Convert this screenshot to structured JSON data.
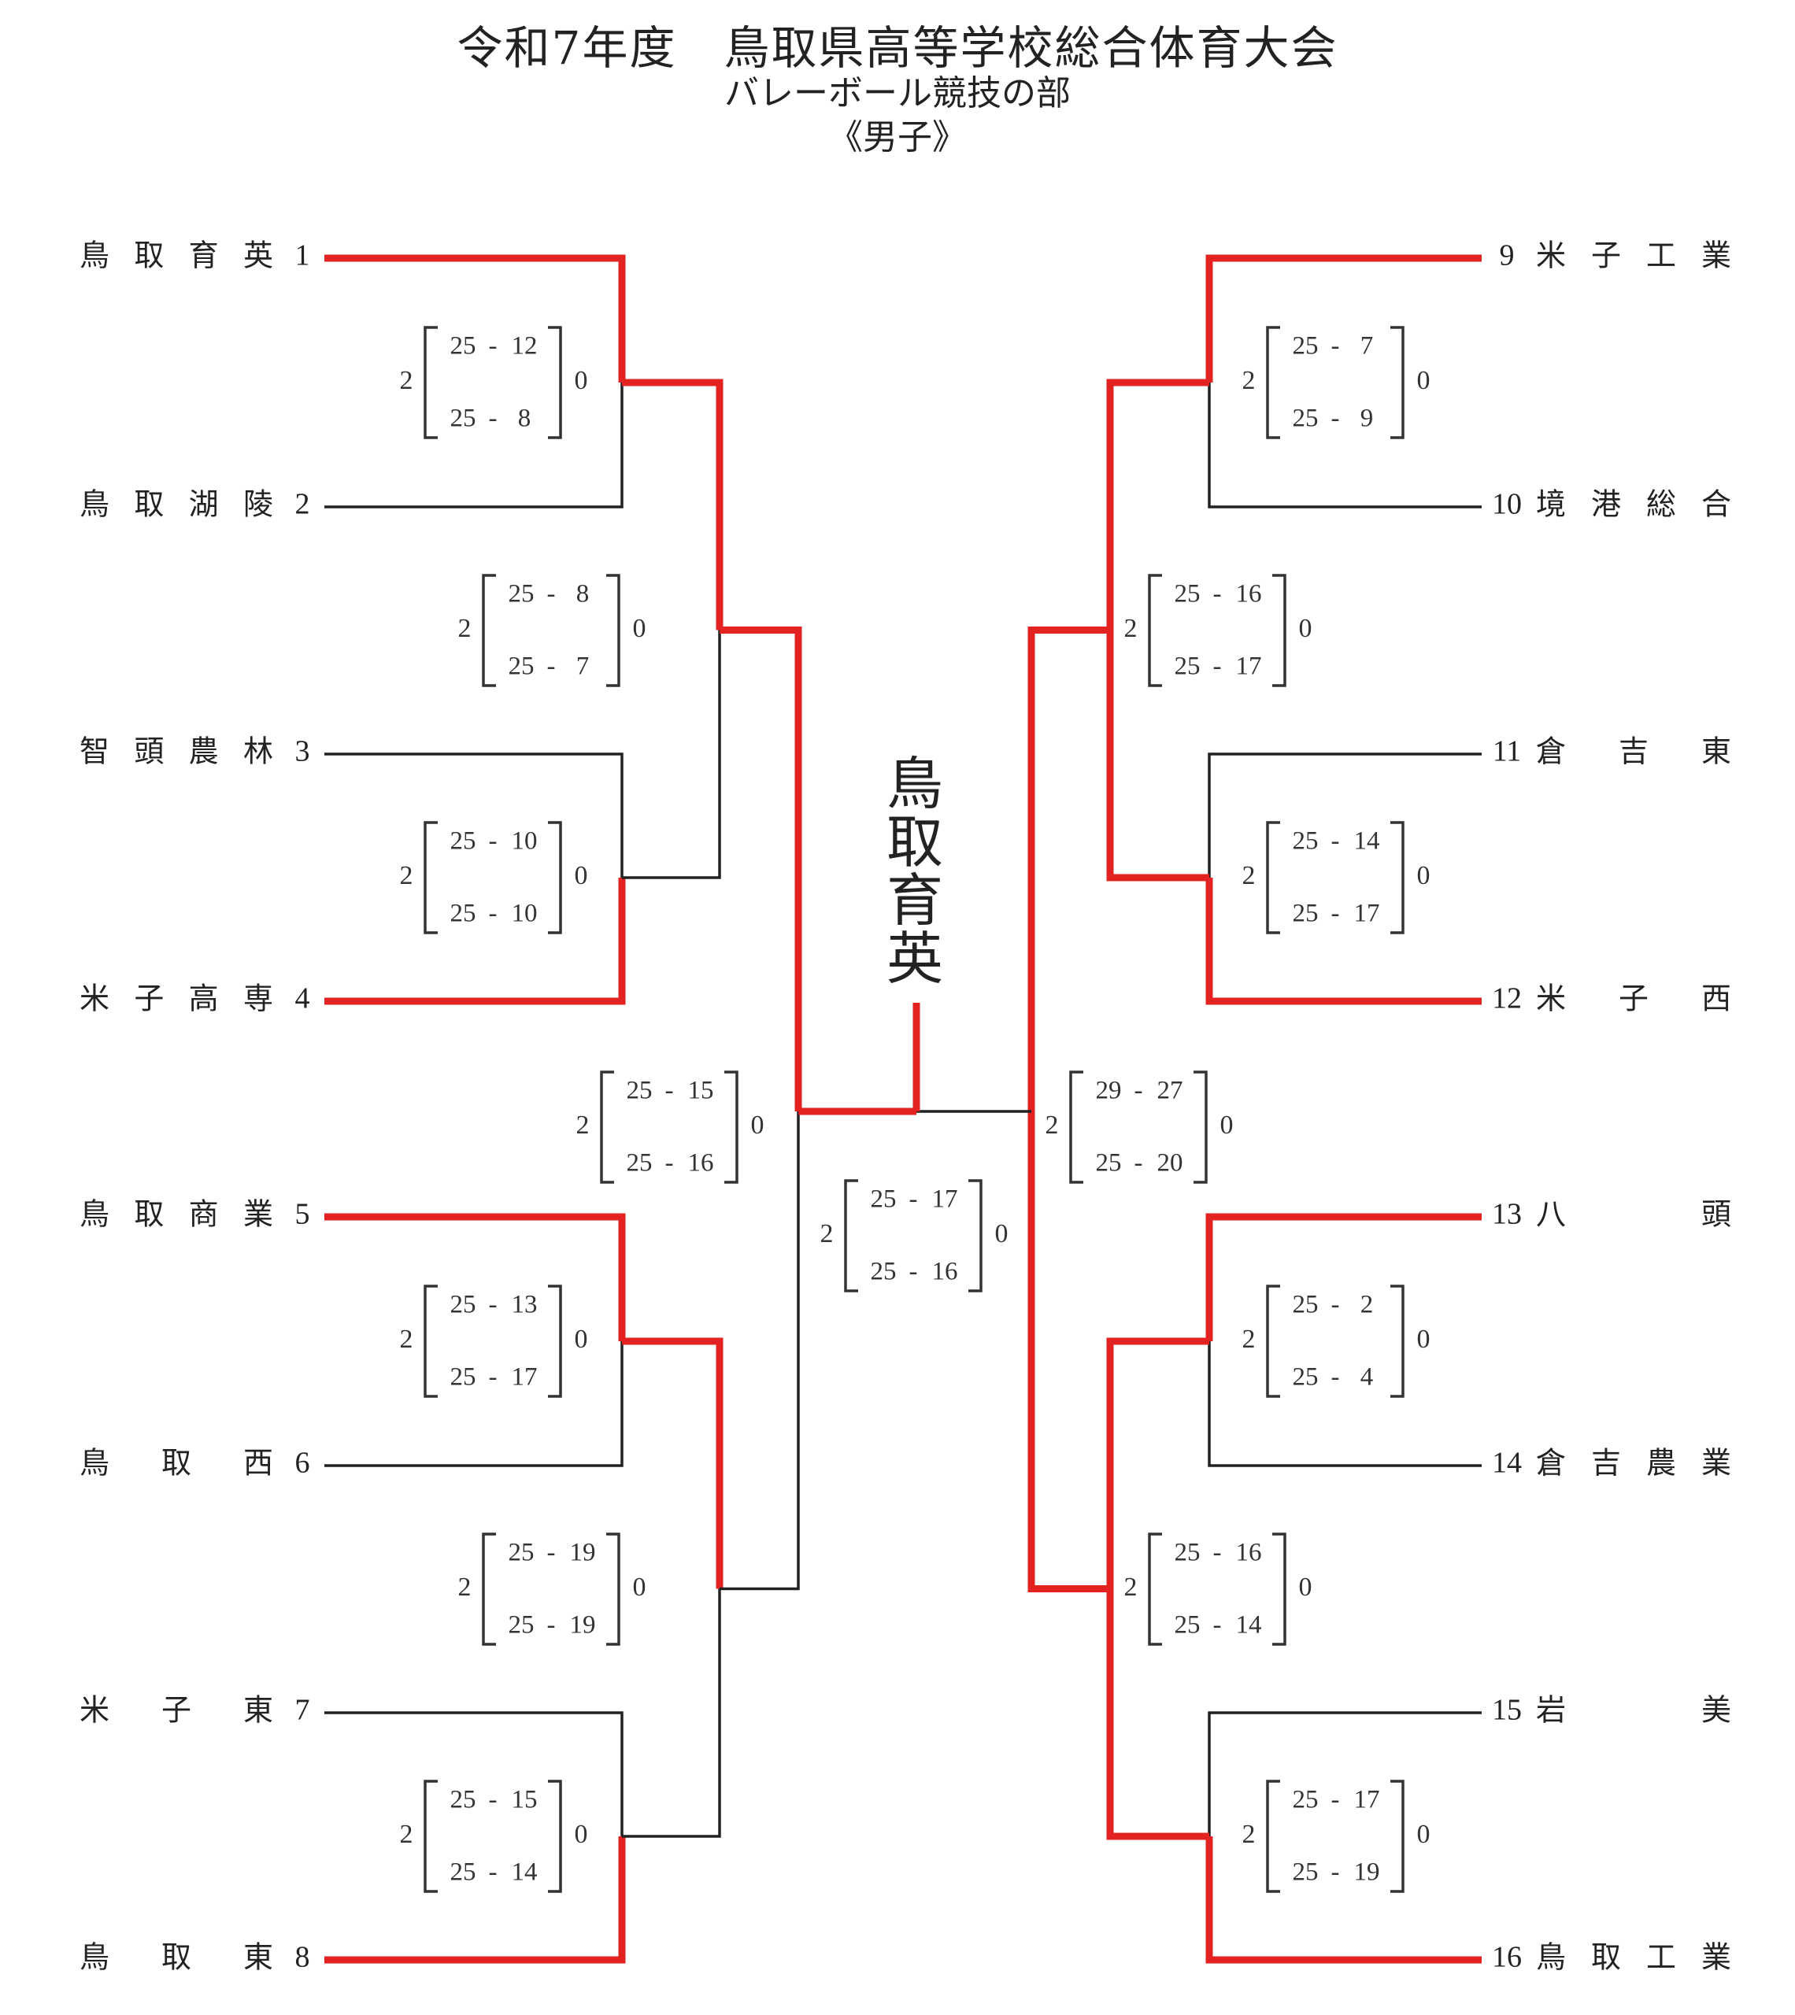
{
  "header": {
    "title": "令和7年度　鳥取県高等学校総合体育大会",
    "subtitle": "バレーボール競技の部",
    "category": "《男子》"
  },
  "colors": {
    "winner_line": "#e32222",
    "loser_line": "#222222",
    "text": "#222222"
  },
  "teams": [
    {
      "seed": "1",
      "name": "鳥取育英"
    },
    {
      "seed": "2",
      "name": "鳥取湖陵"
    },
    {
      "seed": "3",
      "name": "智頭農林"
    },
    {
      "seed": "4",
      "name": "米子高専"
    },
    {
      "seed": "5",
      "name": "鳥取商業"
    },
    {
      "seed": "6",
      "name": "鳥取西"
    },
    {
      "seed": "7",
      "name": "米子東"
    },
    {
      "seed": "8",
      "name": "鳥取東"
    },
    {
      "seed": "9",
      "name": "米子工業"
    },
    {
      "seed": "10",
      "name": "境港総合"
    },
    {
      "seed": "11",
      "name": "倉吉東"
    },
    {
      "seed": "12",
      "name": "米子西"
    },
    {
      "seed": "13",
      "name": "八頭"
    },
    {
      "seed": "14",
      "name": "倉吉農業"
    },
    {
      "seed": "15",
      "name": "岩美"
    },
    {
      "seed": "16",
      "name": "鳥取工業"
    }
  ],
  "matches": [
    {
      "id": "L1-1",
      "sets_a": "2",
      "sets_b": "0",
      "scores": [
        [
          "25",
          "12"
        ],
        [
          "25",
          "8"
        ]
      ]
    },
    {
      "id": "L1-2",
      "sets_a": "2",
      "sets_b": "0",
      "scores": [
        [
          "25",
          "10"
        ],
        [
          "25",
          "10"
        ]
      ]
    },
    {
      "id": "L1-3",
      "sets_a": "2",
      "sets_b": "0",
      "scores": [
        [
          "25",
          "13"
        ],
        [
          "25",
          "17"
        ]
      ]
    },
    {
      "id": "L1-4",
      "sets_a": "2",
      "sets_b": "0",
      "scores": [
        [
          "25",
          "15"
        ],
        [
          "25",
          "14"
        ]
      ]
    },
    {
      "id": "L2-1",
      "sets_a": "2",
      "sets_b": "0",
      "scores": [
        [
          "25",
          "8"
        ],
        [
          "25",
          "7"
        ]
      ]
    },
    {
      "id": "L2-2",
      "sets_a": "2",
      "sets_b": "0",
      "scores": [
        [
          "25",
          "19"
        ],
        [
          "25",
          "19"
        ]
      ]
    },
    {
      "id": "L3",
      "sets_a": "2",
      "sets_b": "0",
      "scores": [
        [
          "25",
          "15"
        ],
        [
          "25",
          "16"
        ]
      ]
    },
    {
      "id": "R1-1",
      "sets_a": "2",
      "sets_b": "0",
      "scores": [
        [
          "25",
          "7"
        ],
        [
          "25",
          "9"
        ]
      ]
    },
    {
      "id": "R1-2",
      "sets_a": "2",
      "sets_b": "0",
      "scores": [
        [
          "25",
          "14"
        ],
        [
          "25",
          "17"
        ]
      ]
    },
    {
      "id": "R1-3",
      "sets_a": "2",
      "sets_b": "0",
      "scores": [
        [
          "25",
          "2"
        ],
        [
          "25",
          "4"
        ]
      ]
    },
    {
      "id": "R1-4",
      "sets_a": "2",
      "sets_b": "0",
      "scores": [
        [
          "25",
          "17"
        ],
        [
          "25",
          "19"
        ]
      ]
    },
    {
      "id": "R2-1",
      "sets_a": "2",
      "sets_b": "0",
      "scores": [
        [
          "25",
          "16"
        ],
        [
          "25",
          "17"
        ]
      ]
    },
    {
      "id": "R2-2",
      "sets_a": "2",
      "sets_b": "0",
      "scores": [
        [
          "25",
          "16"
        ],
        [
          "25",
          "14"
        ]
      ]
    },
    {
      "id": "R3",
      "sets_a": "2",
      "sets_b": "0",
      "scores": [
        [
          "29",
          "27"
        ],
        [
          "25",
          "20"
        ]
      ]
    },
    {
      "id": "F",
      "sets_a": "2",
      "sets_b": "0",
      "scores": [
        [
          "25",
          "17"
        ],
        [
          "25",
          "16"
        ]
      ]
    }
  ],
  "champion": "鳥取育英"
}
